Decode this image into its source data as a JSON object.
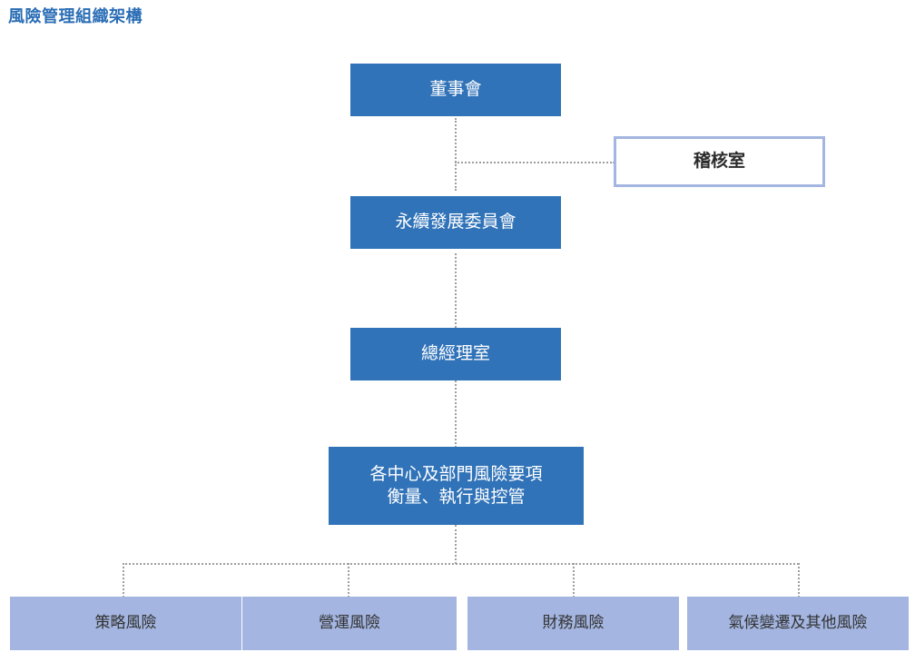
{
  "title": "風險管理組織架構",
  "theme": {
    "primary_fill": "#3073b8",
    "primary_text": "#ffffff",
    "leaf_fill": "#a3b5e0",
    "leaf_text": "#333333",
    "outline_border": "#a3b5e0",
    "outline_text": "#2b2b2b",
    "connector": "#9e9e9e",
    "title_color": "#2a6db5",
    "background": "#ffffff"
  },
  "chart_data": {
    "type": "diagram",
    "diagram_kind": "organization-chart",
    "title": "風險管理組織架構",
    "orientation": "top-down",
    "nodes": [
      {
        "id": "board",
        "label": "董事會",
        "style": "primary",
        "level": 1
      },
      {
        "id": "audit",
        "label": "稽核室",
        "style": "outline",
        "level": 1
      },
      {
        "id": "sustain",
        "label": "永續發展委員會",
        "style": "primary",
        "level": 2
      },
      {
        "id": "gm",
        "label": "總經理室",
        "style": "primary",
        "level": 3
      },
      {
        "id": "center",
        "label": "各中心及部門風險要項\n衡量、執行與控管",
        "style": "primary",
        "level": 4
      },
      {
        "id": "leaf0",
        "label": "策略風險",
        "style": "leaf",
        "level": 5
      },
      {
        "id": "leaf1",
        "label": "營運風險",
        "style": "leaf",
        "level": 5
      },
      {
        "id": "leaf2",
        "label": "財務風險",
        "style": "leaf",
        "level": 5
      },
      {
        "id": "leaf3",
        "label": "氣候變遷及其他風險",
        "style": "leaf",
        "level": 5
      }
    ],
    "edges": [
      {
        "from": "board",
        "to": "sustain",
        "style": "dotted"
      },
      {
        "from": "board",
        "to": "audit",
        "style": "dotted"
      },
      {
        "from": "sustain",
        "to": "gm",
        "style": "dotted"
      },
      {
        "from": "gm",
        "to": "center",
        "style": "dotted"
      },
      {
        "from": "center",
        "to": "leaf0",
        "style": "dotted"
      },
      {
        "from": "center",
        "to": "leaf1",
        "style": "dotted"
      },
      {
        "from": "center",
        "to": "leaf2",
        "style": "dotted"
      },
      {
        "from": "center",
        "to": "leaf3",
        "style": "dotted"
      }
    ]
  },
  "nodes": {
    "board": {
      "label": "董事會"
    },
    "audit": {
      "label": "稽核室"
    },
    "sustain": {
      "label": "永續發展委員會"
    },
    "gm": {
      "label": "總經理室"
    },
    "center": {
      "label": "各中心及部門風險要項\n衡量、執行與控管"
    },
    "leaves": [
      {
        "label": "策略風險"
      },
      {
        "label": "營運風險"
      },
      {
        "label": "財務風險"
      },
      {
        "label": "氣候變遷及其他風險"
      }
    ]
  }
}
